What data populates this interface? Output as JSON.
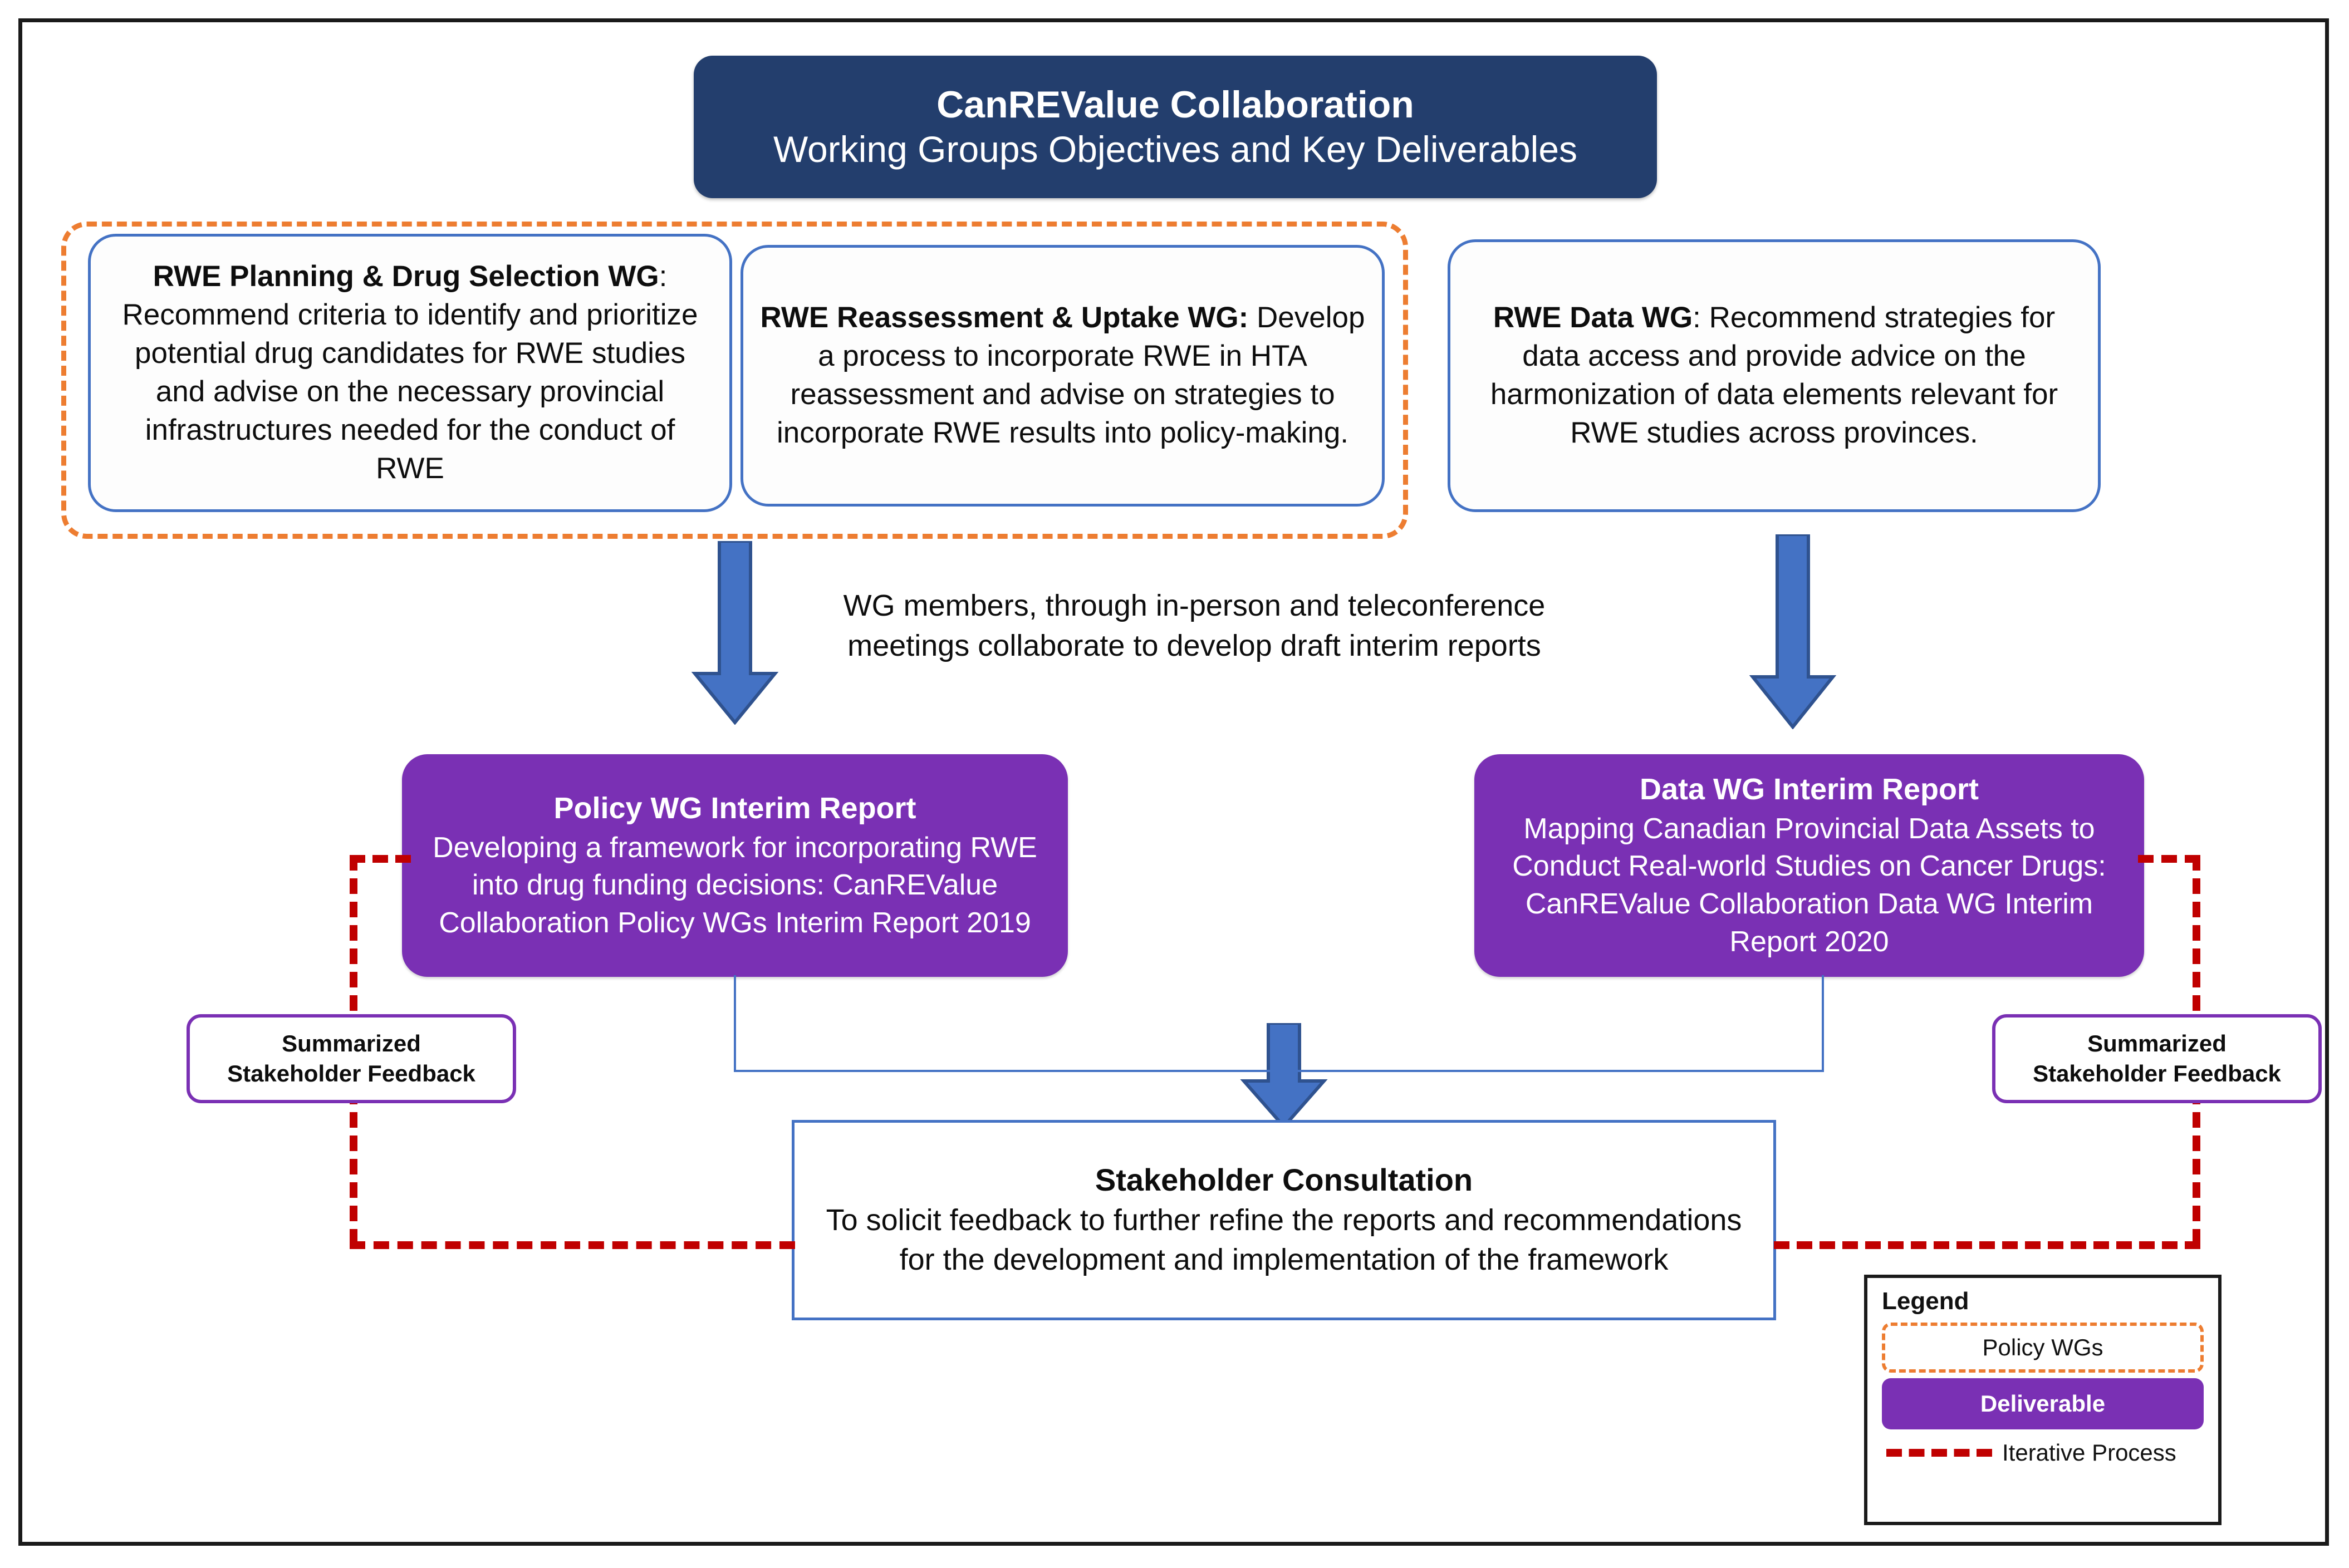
{
  "title": {
    "line1": "CanREValue Collaboration",
    "line2": "Working Groups Objectives and Key Deliverables"
  },
  "working_groups": [
    {
      "heading": "RWE Planning & Drug Selection WG",
      "heading_suffix": ":",
      "body": "Recommend criteria to identify and prioritize potential drug candidates for RWE studies and advise on the necessary provincial infrastructures needed for the conduct of RWE"
    },
    {
      "heading": "RWE Reassessment & Uptake WG:",
      "heading_suffix": "",
      "body": "Develop a process to incorporate RWE in HTA reassessment and advise on strategies to incorporate RWE results into policy-making."
    },
    {
      "heading": "RWE Data WG",
      "heading_suffix": ":",
      "body": "Recommend strategies for data access and provide advice on the harmonization of data elements relevant for RWE studies across provinces."
    }
  ],
  "middle_note": "WG members, through in-person and teleconference meetings collaborate to develop draft interim reports",
  "deliverables": [
    {
      "title": "Policy WG Interim Report",
      "body": "Developing a framework for incorporating RWE into drug funding decisions: CanREValue Collaboration Policy WGs Interim Report 2019"
    },
    {
      "title": "Data WG Interim Report",
      "body": "Mapping Canadian Provincial Data Assets to Conduct Real-world Studies on Cancer Drugs: CanREValue Collaboration Data WG Interim Report 2020"
    }
  ],
  "consultation": {
    "title": "Stakeholder Consultation",
    "body": "To solicit feedback to further refine the reports and recommendations for the development and implementation of the framework"
  },
  "feedback": {
    "line1": "Summarized",
    "line2": "Stakeholder Feedback"
  },
  "legend": {
    "title": "Legend",
    "policy_label": "Policy WGs",
    "deliverable_label": "Deliverable",
    "iterative_label": "Iterative Process"
  },
  "colors": {
    "title_navy": "#233E6D",
    "wg_border_blue": "#4472C4",
    "policy_dashed_orange": "#ED7D31",
    "deliverable_purple": "#7A30B4",
    "iterative_red": "#C00000",
    "arrow_blue": "#4472C4",
    "frame_black": "#1A1A1A"
  }
}
